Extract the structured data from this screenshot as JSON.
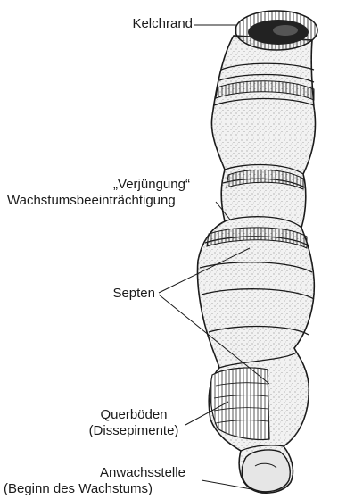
{
  "labels": {
    "kelchrand": "Kelchrand",
    "verjuengung": "„Verjüngung“",
    "wachstum": "Wachstumsbeeinträchtigung",
    "septen": "Septen",
    "querboeden": "Querböden",
    "dissepimente": "(Dissepimente)",
    "anwachsstelle": "Anwachsstelle",
    "beginn": "(Beginn des Wachstums)"
  },
  "colors": {
    "ink": "#1a1a1a",
    "fossil_fill": "#f2f2f2",
    "fossil_shade": "#d9d9d9",
    "calyx_inside": "#222222"
  }
}
